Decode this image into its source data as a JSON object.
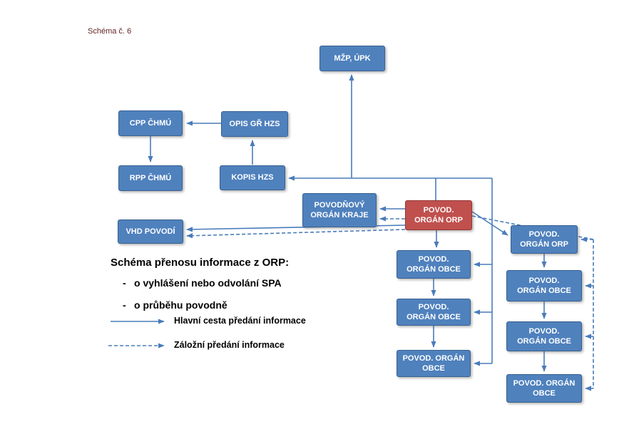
{
  "page": {
    "schema_label": "Schéma č. 6"
  },
  "colors": {
    "node_blue": "#4f81bd",
    "node_blue_border": "#39618f",
    "node_red": "#c0504d",
    "node_red_border": "#953734",
    "arrow_blue": "#4a7cba",
    "schema_label_color": "#632423"
  },
  "nodes": {
    "mzp": {
      "label": "MŽP, ÚPK"
    },
    "cpp": {
      "label": "CPP ČHMÚ"
    },
    "opis": {
      "label": "OPIS GŘ HZS"
    },
    "rpp": {
      "label": "RPP ČHMÚ"
    },
    "kopis": {
      "label": "KOPIS HZS"
    },
    "kraje": {
      "label": "POVODŇOVÝ\nORGÁN KRAJE"
    },
    "vhd": {
      "label": "VHD POVODÍ"
    },
    "orp_red": {
      "label": "POVOD.\nORGÁN ORP"
    },
    "orp_right": {
      "label": "POVOD.\nORGÁN ORP"
    },
    "obce_l1": {
      "label": "POVOD.\nORGÁN OBCE"
    },
    "obce_l2": {
      "label": "POVOD.\nORGÁN OBCE"
    },
    "obce_l3": {
      "label": "POVOD. ORGÁN\nOBCE"
    },
    "obce_r1": {
      "label": "POVOD.\nORGÁN OBCE"
    },
    "obce_r2": {
      "label": "POVOD.\nORGÁN OBCE"
    },
    "obce_r3": {
      "label": "POVOD. ORGÁN\nOBCE"
    }
  },
  "text_block": {
    "heading": "Schéma přenosu informace z ORP:",
    "bullets": [
      "o vyhlášení nebo odvolání SPA",
      "o průběhu povodně"
    ],
    "legend": [
      {
        "style": "solid",
        "label": "Hlavní cesta předání informace"
      },
      {
        "style": "dashed",
        "label": "Záložní předání informace"
      }
    ]
  }
}
